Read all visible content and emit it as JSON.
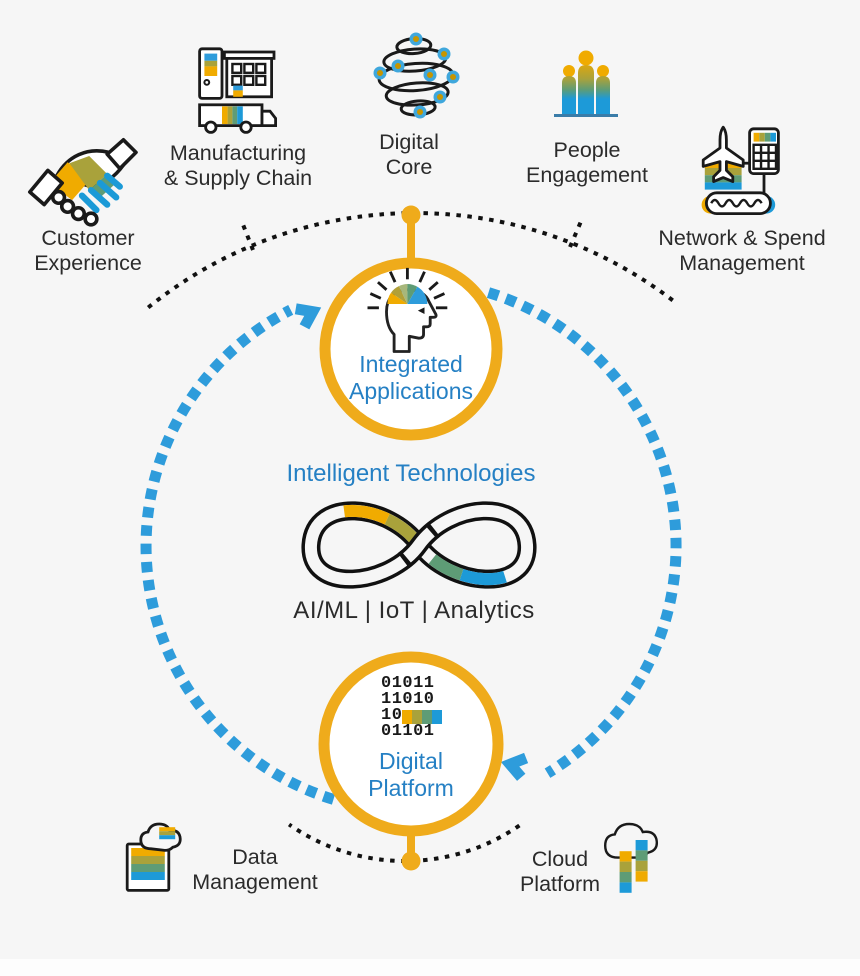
{
  "title": "Intelligent Enterprise Diagram",
  "nodes": {
    "customer_experience": {
      "line1": "Customer",
      "line2": "Experience"
    },
    "manufacturing": {
      "line1": "Manufacturing",
      "line2": "& Supply Chain"
    },
    "digital_core": {
      "line1": "Digital",
      "line2": "Core"
    },
    "people_engagement": {
      "line1": "People",
      "line2": "Engagement"
    },
    "network_spend": {
      "line1": "Network & Spend",
      "line2": "Management"
    },
    "data_management": {
      "line1": "Data",
      "line2": "Management"
    },
    "cloud_platform": {
      "line1": "Cloud",
      "line2": "Platform"
    }
  },
  "center": {
    "integrated_applications": {
      "line1": "Integrated",
      "line2": "Applications"
    },
    "digital_platform": {
      "line1": "Digital",
      "line2": "Platform"
    },
    "intelligent_technologies": "Intelligent Technologies",
    "technologies_list": "AI/ML | IoT | Analytics",
    "binary": {
      "row1": "01011",
      "row2": "11010",
      "row3_prefix": "10",
      "row4": "01101"
    }
  },
  "icons": {
    "customer_experience": "handshake-icon",
    "manufacturing": "factory-truck-icon",
    "digital_core": "wireframe-sphere-icon",
    "people_engagement": "people-bars-icon",
    "network_spend": "plane-calculator-icon",
    "data_management": "document-cloud-icon",
    "cloud_platform": "cloud-bars-icon",
    "integrated_applications": "head-brain-icon",
    "digital_platform": "binary-code-icon",
    "intelligent_technologies": "infinity-icon"
  },
  "colors": {
    "background": "#f6f6f6",
    "gold": "#F0AB00",
    "olive": "#A9A23B",
    "green": "#5E9C76",
    "sage": "#A7B77B",
    "blue": "#1D9AD8",
    "dash_blue": "#2E9CDB",
    "ring_orange": "#EFAB1B",
    "text_blue": "#2580c4",
    "text_dark": "#2b2b2b",
    "stroke_black": "#1a1a1a"
  }
}
